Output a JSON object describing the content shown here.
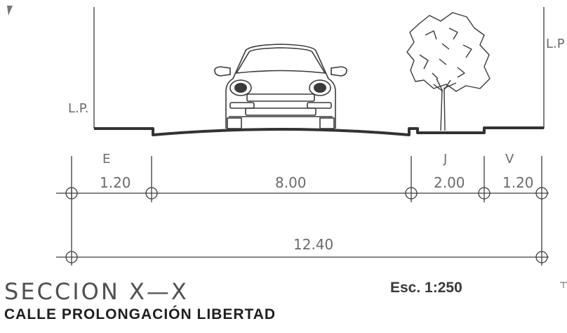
{
  "drawing": {
    "title": "SECCION X—X",
    "subtitle": "CALLE PROLONGACIÓN LIBERTAD",
    "scale": "Esc. 1:250"
  },
  "property_line": {
    "left_label": "L.P.",
    "right_label": "L.P"
  },
  "zones": [
    {
      "code": "E",
      "width": "1.20"
    },
    {
      "code": "",
      "width": "8.00"
    },
    {
      "code": "J",
      "width": "2.00"
    },
    {
      "code": "V",
      "width": "1.20"
    }
  ],
  "total_width": "12.40",
  "colors": {
    "linework": "#3c3c3c",
    "text": "#6b6b6b",
    "ground": "#333333"
  }
}
